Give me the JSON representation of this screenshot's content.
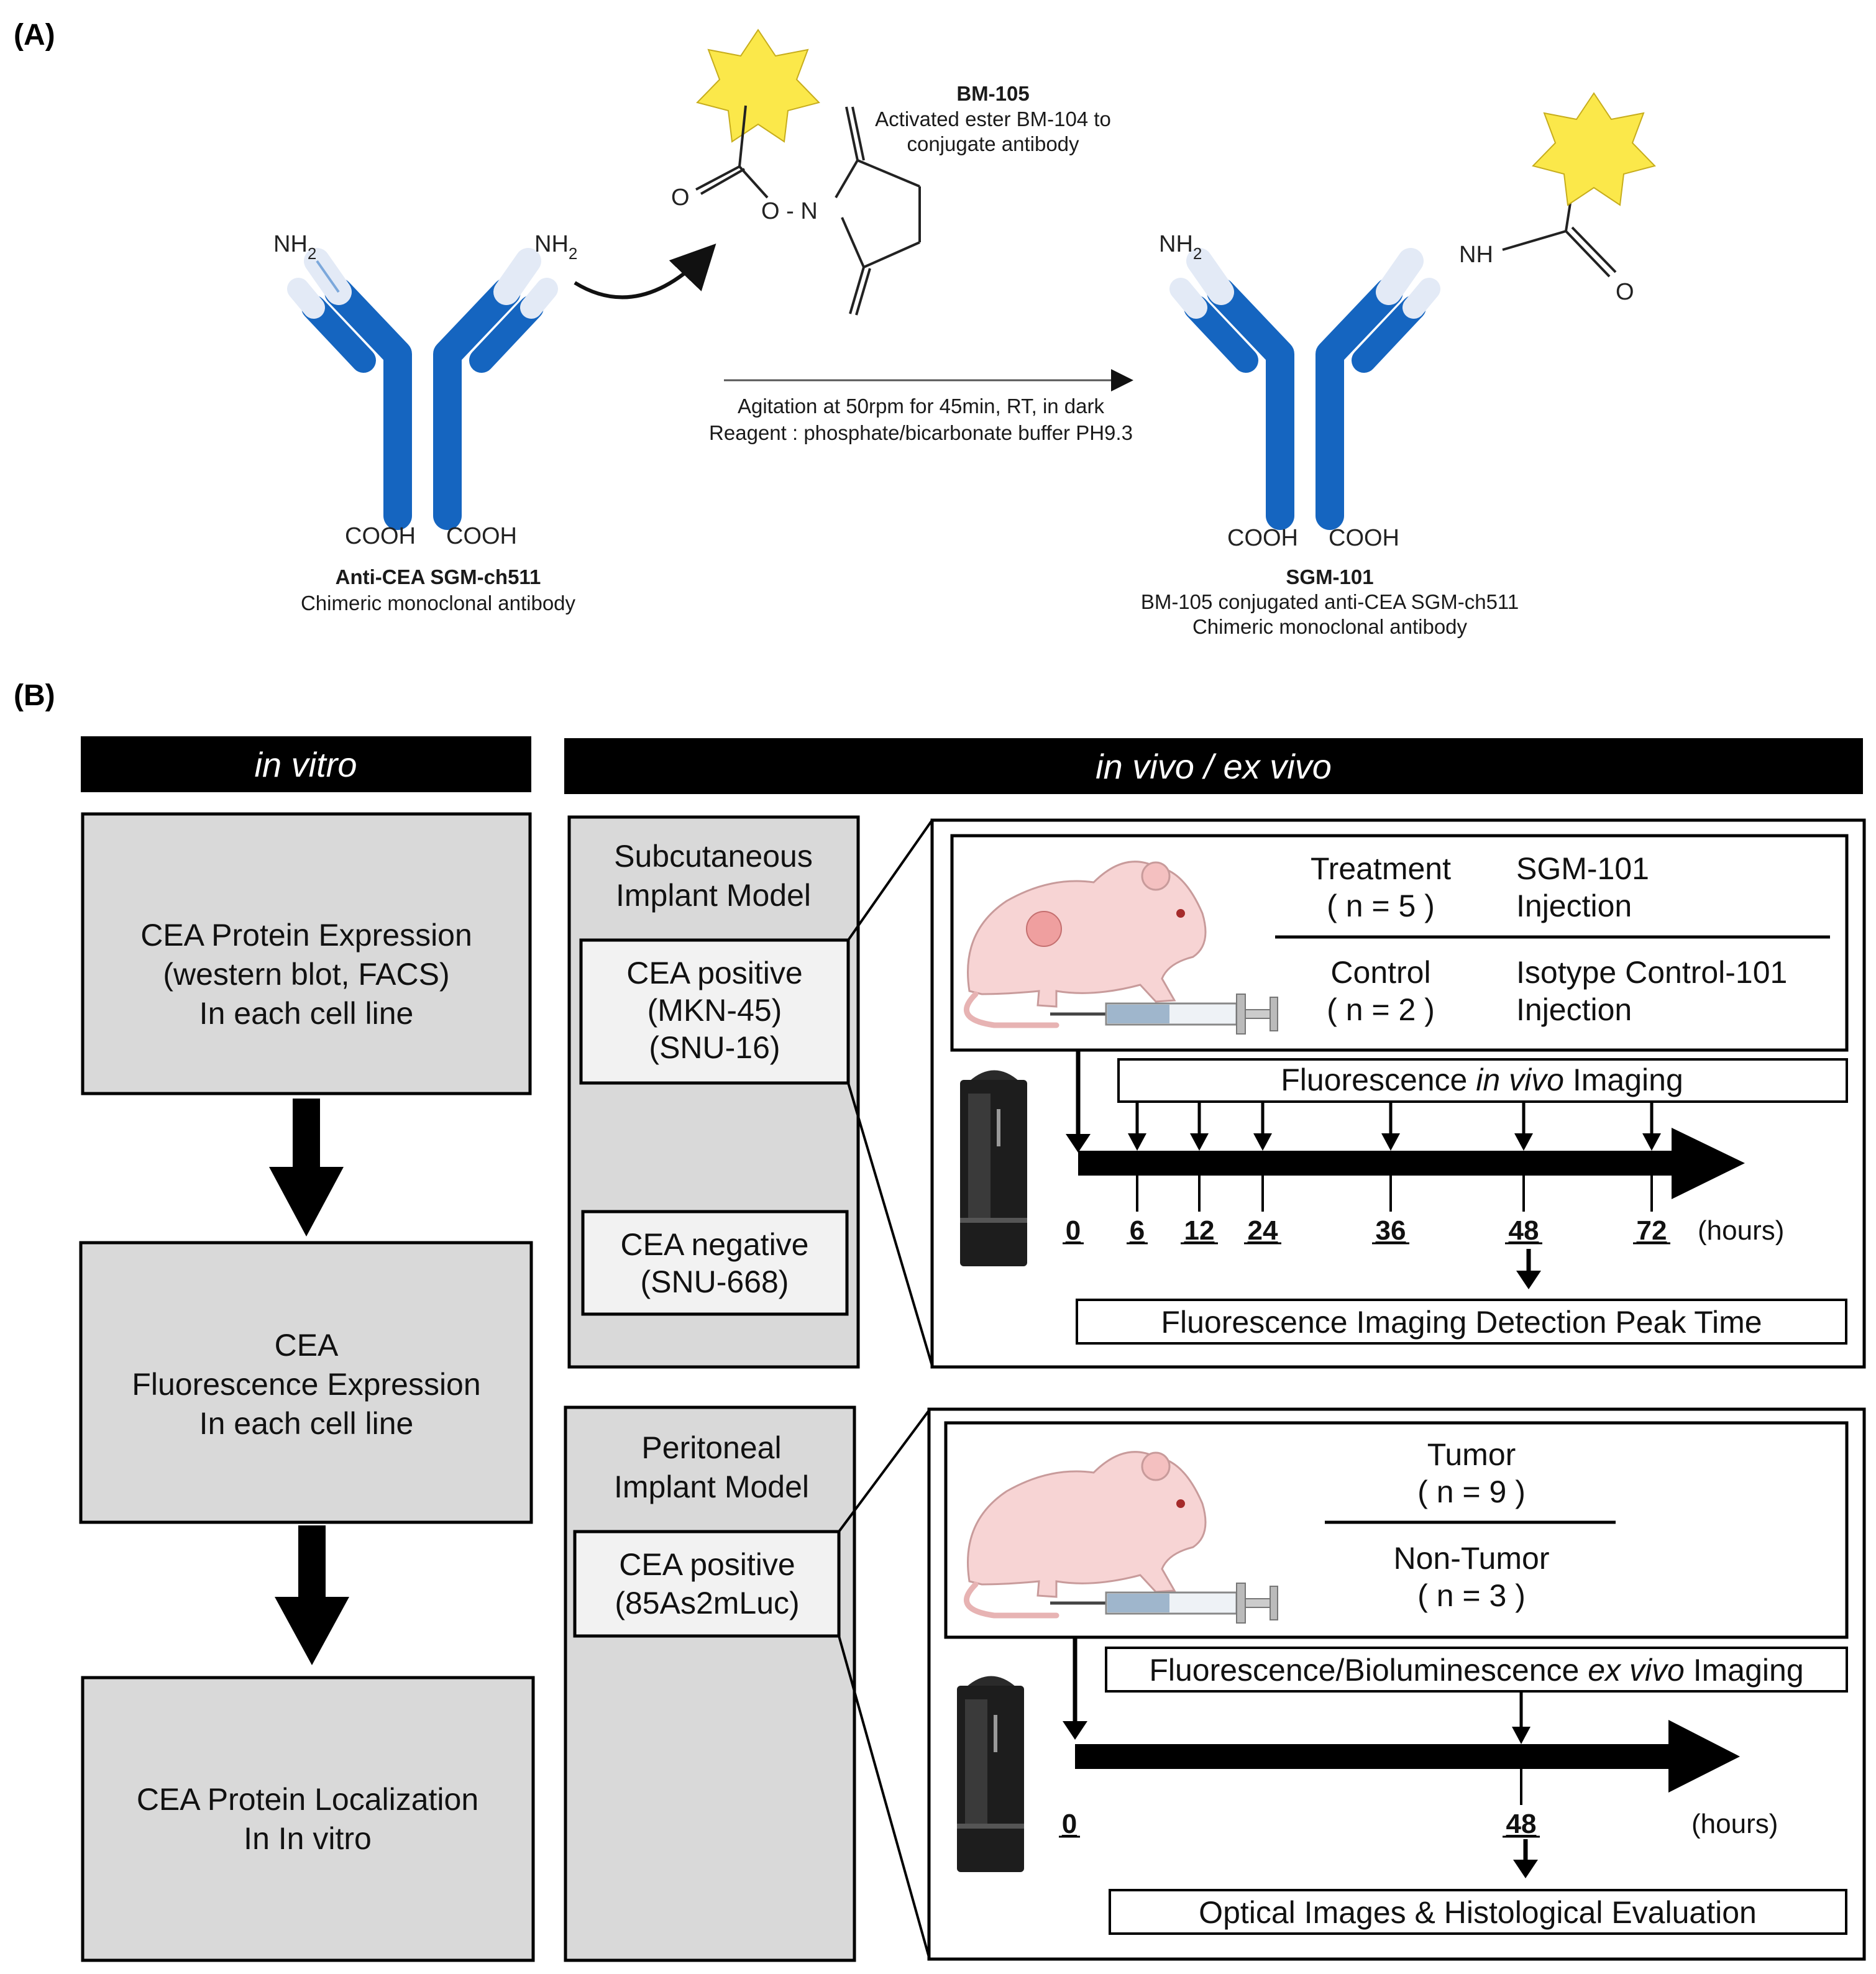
{
  "panel_a": {
    "label": "(A)",
    "left_antibody": {
      "nh2_left": "NH",
      "nh2_right": "NH",
      "sub2": "2",
      "cooh_left": "COOH",
      "cooh_right": "COOH",
      "name": "Anti-CEA SGM-ch511",
      "desc": "Chimeric monoclonal antibody"
    },
    "reagent": {
      "name": "BM-105",
      "desc_line1": "Activated ester BM-104 to",
      "desc_line2": "conjugate antibody",
      "o_label": "O",
      "o_n_label": "O - N"
    },
    "condition": {
      "line1": "Agitation at 50rpm for 45min, RT, in dark",
      "line2": "Reagent : phosphate/bicarbonate buffer PH9.3"
    },
    "right_antibody": {
      "nh2_left": "NH",
      "nh_right": "NH",
      "o_label": "O",
      "cooh_left": "COOH",
      "cooh_right": "COOH",
      "name": "SGM-101",
      "desc_line1": "BM-105 conjugated anti-CEA SGM-ch511",
      "desc_line2": "Chimeric monoclonal antibody"
    },
    "colors": {
      "antibody_blue": "#1565c0",
      "antibody_light": "#e3eaf6",
      "star": "#fbe84a"
    }
  },
  "panel_b": {
    "label": "(B)",
    "in_vitro_header": "in vitro",
    "in_vivo_header": "in vivo / ex vivo",
    "in_vitro_steps": [
      [
        "CEA Protein Expression",
        "(western blot, FACS)",
        "In each cell line"
      ],
      [
        "CEA",
        "Fluorescence Expression",
        "In each cell line"
      ],
      [
        "CEA Protein Localization",
        "In In vitro"
      ]
    ],
    "subcutaneous": {
      "title_line1": "Subcutaneous",
      "title_line2": "Implant Model",
      "positive": [
        "CEA positive",
        "(MKN-45)",
        "(SNU-16)"
      ],
      "negative": [
        "CEA negative",
        "(SNU-668)"
      ],
      "treatment_label": "Treatment",
      "treatment_n": "( n = 5 )",
      "treatment_agent_line1": "SGM-101",
      "treatment_agent_line2": "Injection",
      "control_label": "Control",
      "control_n": "( n = 2 )",
      "control_agent_line1": "Isotype Control-101",
      "control_agent_line2": "Injection",
      "imaging_pre": "Fluorescence ",
      "imaging_em": "in vivo",
      "imaging_post": " Imaging",
      "timepoints": [
        "0",
        "6",
        "12",
        "24",
        "36",
        "48",
        "72"
      ],
      "hours": "(hours)",
      "peak": "Fluorescence Imaging Detection Peak Time"
    },
    "peritoneal": {
      "title_line1": "Peritoneal",
      "title_line2": "Implant Model",
      "positive": [
        "CEA positive",
        "(85As2mLuc)"
      ],
      "tumor_label": "Tumor",
      "tumor_n": "( n = 9 )",
      "nontumor_label": "Non-Tumor",
      "nontumor_n": "( n = 3 )",
      "imaging_pre": "Fluorescence/Bioluminescence ",
      "imaging_em": "ex vivo",
      "imaging_post": " Imaging",
      "timepoints": [
        "0",
        "48"
      ],
      "hours": "(hours)",
      "evaluation": "Optical Images & Histological Evaluation"
    },
    "colors": {
      "box_gray": "#d9d9d9",
      "header_black": "#000000"
    }
  }
}
